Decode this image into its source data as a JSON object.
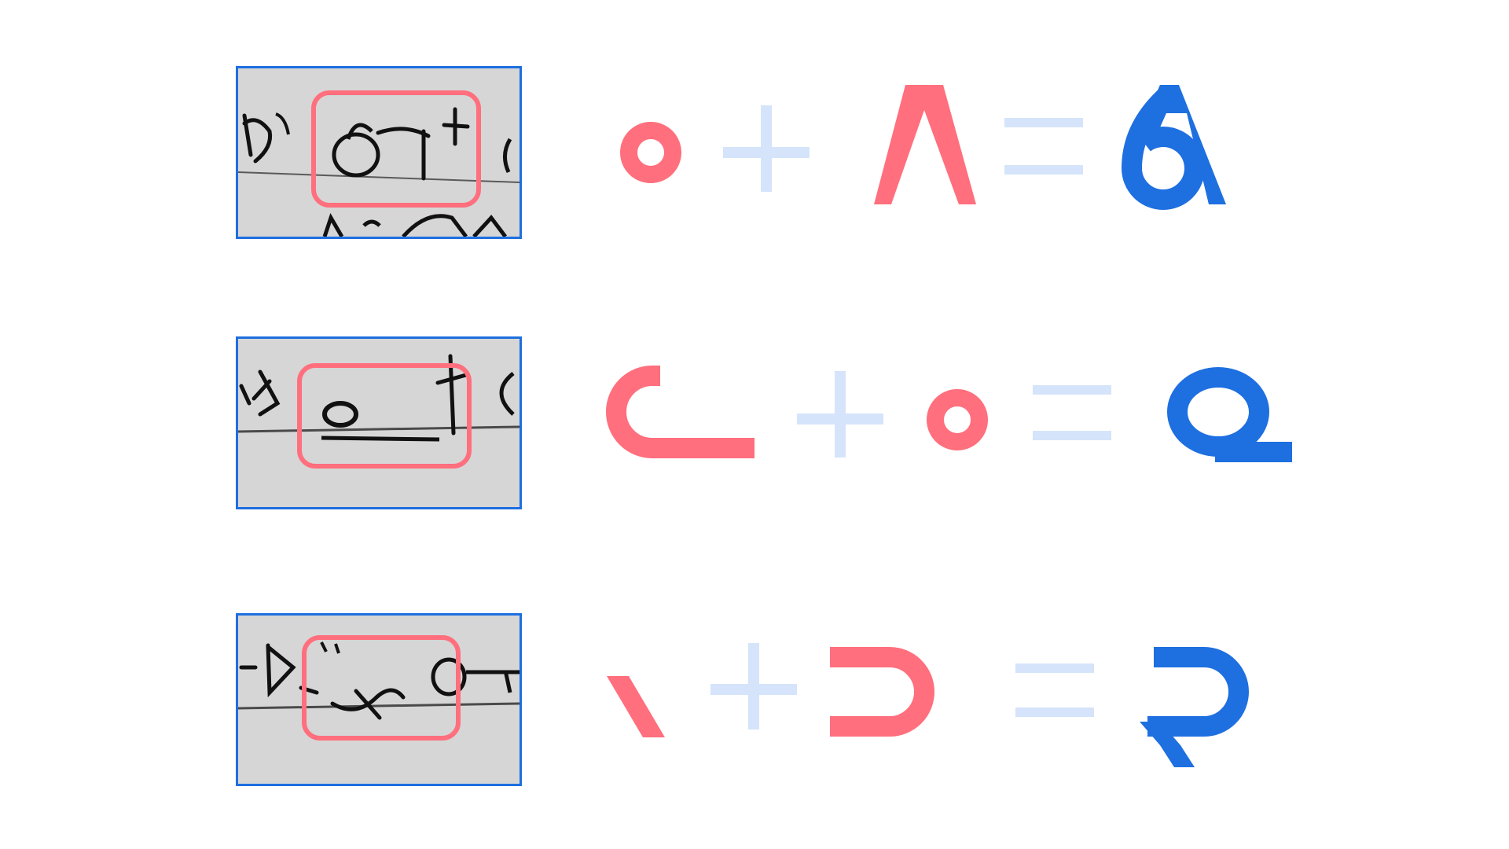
{
  "colors": {
    "crop_border": "#1e6fe0",
    "highlight": "#ff6f7d",
    "operator": "#d5e4fa",
    "result": "#1e6fe0",
    "component": "#ff6f7d",
    "paper": "#d6d6d6",
    "ink": "#111111"
  },
  "rows": [
    {
      "crop_icon": "handwritten-sample-icon",
      "components": [
        "small-circle-glyph",
        "lambda-glyph"
      ],
      "result": "circle-lambda-ligature-glyph"
    },
    {
      "crop_icon": "handwritten-sample-icon",
      "components": [
        "c-bracket-glyph",
        "small-circle-glyph"
      ],
      "result": "circle-underline-ligature-glyph"
    },
    {
      "crop_icon": "handwritten-sample-icon",
      "components": [
        "backslash-stroke-glyph",
        "reverse-c-glyph"
      ],
      "result": "hooked-reverse-c-glyph"
    }
  ]
}
